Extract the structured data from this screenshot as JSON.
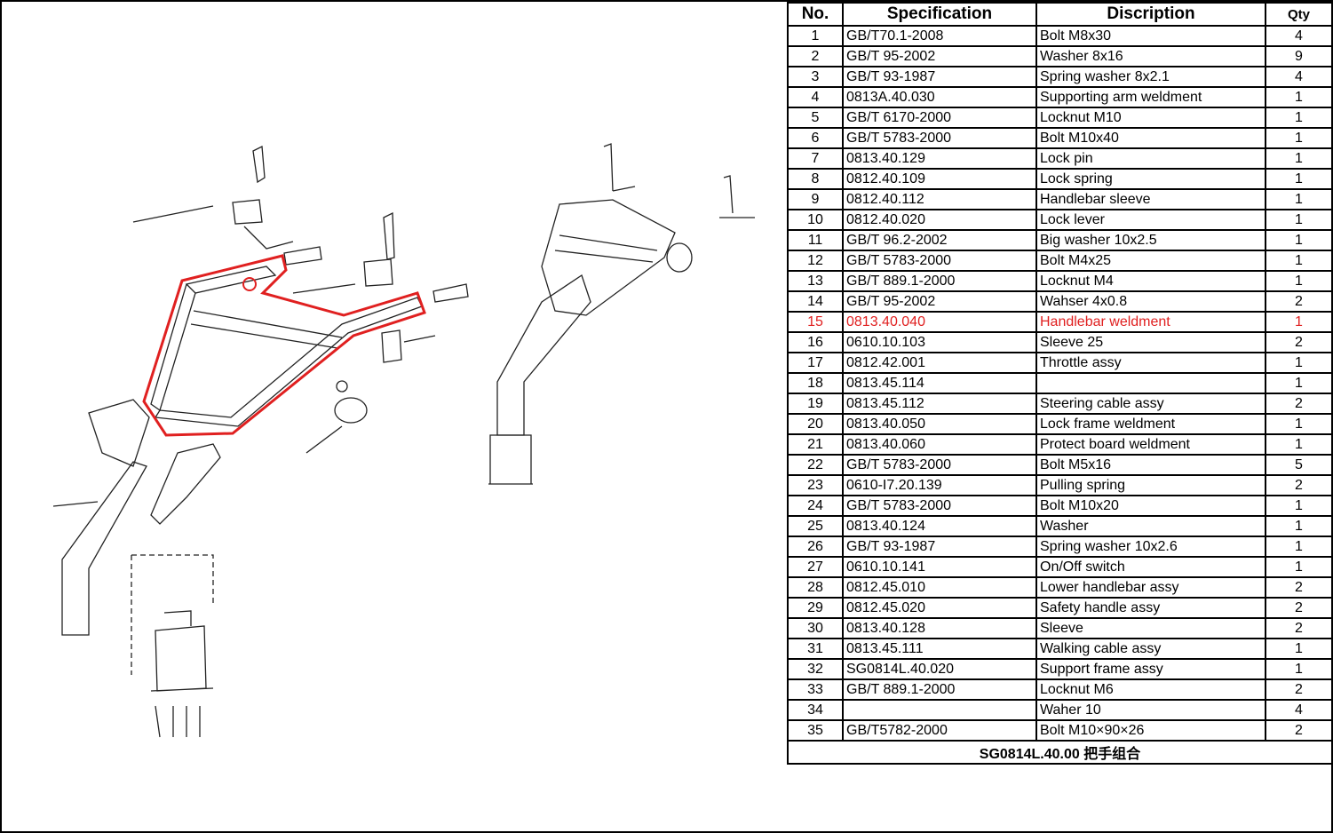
{
  "table": {
    "headers": {
      "no": "No.",
      "spec": "Specification",
      "desc": "Discription",
      "qty": "Qty"
    },
    "rows": [
      {
        "no": "1",
        "spec": "GB/T70.1-2008",
        "desc": "Bolt M8x30",
        "qty": "4"
      },
      {
        "no": "2",
        "spec": "GB/T 95-2002",
        "desc": "Washer 8x16",
        "qty": "9"
      },
      {
        "no": "3",
        "spec": "GB/T 93-1987",
        "desc": "Spring washer 8x2.1",
        "qty": "4"
      },
      {
        "no": "4",
        "spec": " 0813A.40.030",
        "desc": "Supporting arm weldment",
        "qty": "1"
      },
      {
        "no": "5",
        "spec": "GB/T 6170-2000",
        "desc": "Locknut M10",
        "qty": "1"
      },
      {
        "no": "6",
        "spec": "GB/T 5783-2000",
        "desc": "Bolt M10x40",
        "qty": "1"
      },
      {
        "no": "7",
        "spec": "0813.40.129",
        "desc": "Lock pin",
        "qty": "1"
      },
      {
        "no": "8",
        "spec": " 0812.40.109",
        "desc": "Lock spring",
        "qty": "1"
      },
      {
        "no": "9",
        "spec": "0812.40.112",
        "desc": "Handlebar sleeve",
        "qty": "1"
      },
      {
        "no": "10",
        "spec": "0812.40.020",
        "desc": "Lock lever",
        "qty": "1"
      },
      {
        "no": "11",
        "spec": "GB/T 96.2-2002",
        "desc": "Big washer 10x2.5",
        "qty": "1"
      },
      {
        "no": "12",
        "spec": "GB/T 5783-2000",
        "desc": "Bolt M4x25",
        "qty": "1"
      },
      {
        "no": "13",
        "spec": "GB/T 889.1-2000",
        "desc": "Locknut M4",
        "qty": "1"
      },
      {
        "no": "14",
        "spec": "GB/T 95-2002",
        "desc": "Wahser 4x0.8",
        "qty": "2"
      },
      {
        "no": "15",
        "spec": " 0813.40.040",
        "desc": "Handlebar weldment",
        "qty": "1",
        "highlight": true
      },
      {
        "no": "16",
        "spec": " 0610.10.103",
        "desc": "Sleeve 25",
        "qty": "2"
      },
      {
        "no": "17",
        "spec": " 0812.42.001",
        "desc": "Throttle assy",
        "qty": "1"
      },
      {
        "no": "18",
        "spec": "0813.45.114",
        "desc": "",
        "qty": "1"
      },
      {
        "no": "19",
        "spec": " 0813.45.112",
        "desc": "Steering cable assy",
        "qty": "2"
      },
      {
        "no": "20",
        "spec": "0813.40.050",
        "desc": "Lock frame weldment",
        "qty": "1"
      },
      {
        "no": "21",
        "spec": "0813.40.060",
        "desc": "Protect board weldment",
        "qty": "1"
      },
      {
        "no": "22",
        "spec": "GB/T 5783-2000",
        "desc": "Bolt M5x16",
        "qty": "5"
      },
      {
        "no": "23",
        "spec": "0610-I7.20.139",
        "desc": "Pulling spring",
        "qty": "2"
      },
      {
        "no": "24",
        "spec": "GB/T 5783-2000",
        "desc": "Bolt M10x20",
        "qty": "1"
      },
      {
        "no": "25",
        "spec": "0813.40.124",
        "desc": "Washer",
        "qty": "1"
      },
      {
        "no": "26",
        "spec": " GB/T 93-1987",
        "desc": "Spring washer 10x2.6",
        "qty": "1"
      },
      {
        "no": "27",
        "spec": "0610.10.141",
        "desc": "On/Off switch",
        "qty": "1"
      },
      {
        "no": "28",
        "spec": "0812.45.010",
        "desc": "Lower handlebar assy",
        "qty": "2"
      },
      {
        "no": "29",
        "spec": "0812.45.020",
        "desc": "Safety handle assy",
        "qty": "2"
      },
      {
        "no": "30",
        "spec": " 0813.40.128",
        "desc": "Sleeve",
        "qty": "2"
      },
      {
        "no": "31",
        "spec": "0813.45.111",
        "desc": "Walking cable assy",
        "qty": "1"
      },
      {
        "no": "32",
        "spec": " SG0814L.40.020",
        "desc": "Support frame assy",
        "qty": "1"
      },
      {
        "no": "33",
        "spec": " GB/T 889.1-2000",
        "desc": "Locknut M6",
        "qty": "2"
      },
      {
        "no": "34",
        "spec": "",
        "desc": "Waher 10",
        "qty": "4"
      },
      {
        "no": "35",
        "spec": "GB/T5782-2000",
        "desc": "Bolt  M10×90×26",
        "qty": "2"
      }
    ],
    "footer": "SG0814L.40.00  把手组合"
  },
  "colors": {
    "highlight": "#e02020",
    "line": "#222222"
  }
}
